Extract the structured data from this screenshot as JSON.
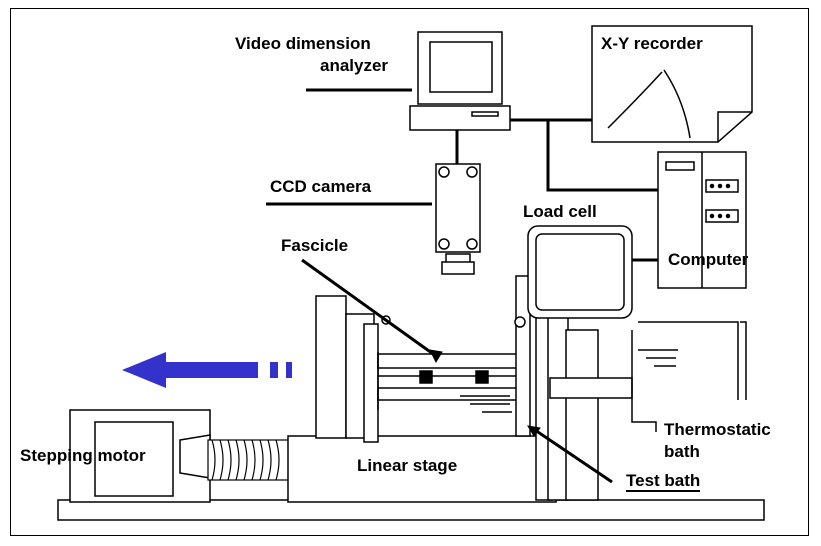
{
  "labels": {
    "video_analyzer_line1": "Video dimension",
    "video_analyzer_line2": "analyzer",
    "xy_recorder": "X-Y recorder",
    "ccd_camera": "CCD camera",
    "load_cell": "Load cell",
    "fascicle": "Fascicle",
    "computer": "Computer",
    "thermostatic_line1": "Thermostatic",
    "thermostatic_line2": "bath",
    "linear_stage": "Linear stage",
    "stepping_motor": "Stepping motor",
    "test_bath": "Test bath"
  },
  "colors": {
    "arrow": "#3333cc",
    "line": "#000000",
    "fill": "#ffffff"
  }
}
